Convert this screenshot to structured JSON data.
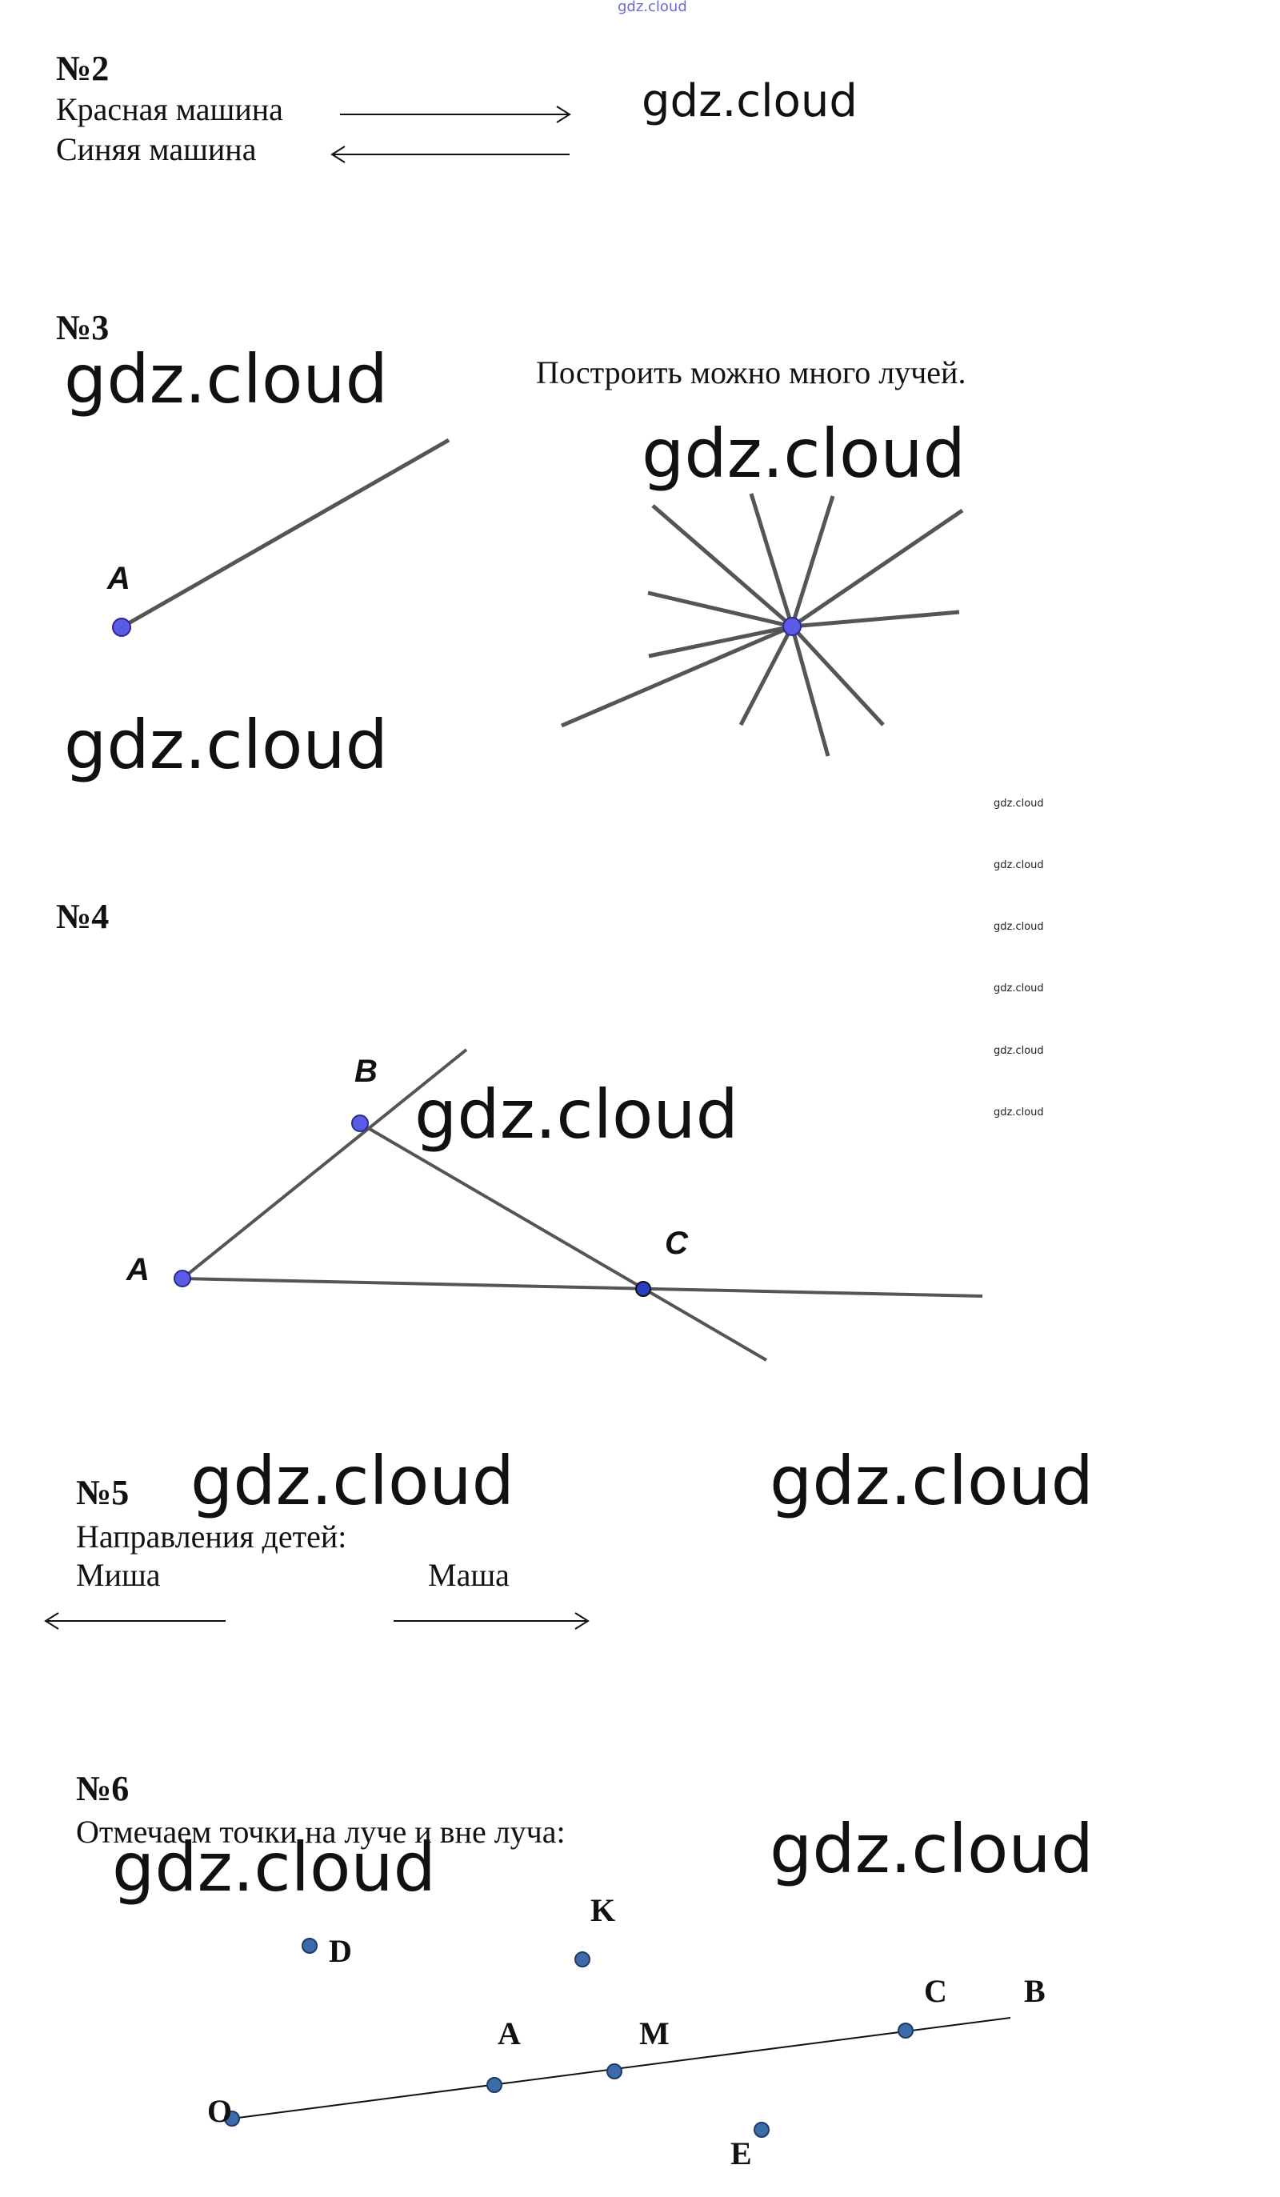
{
  "watermark": "gdz.cloud",
  "task2": {
    "number": "№2",
    "red_car": "Красная машина",
    "blue_car": "Синяя машина"
  },
  "task3": {
    "number": "№3",
    "caption": "Построить можно много лучей.",
    "point_a": "A"
  },
  "task4": {
    "number": "№4",
    "point_a": "A",
    "point_b": "B",
    "point_c": "C"
  },
  "task5": {
    "number": "№5",
    "heading": "Направления детей:",
    "misha": "Миша",
    "masha": "Маша"
  },
  "task6": {
    "number": "№6",
    "heading": "Отмечаем точки на луче и вне луча:",
    "points": {
      "o": "O",
      "a": "A",
      "m": "M",
      "c": "C",
      "b": "B",
      "d": "D",
      "k": "K",
      "e": "E"
    }
  },
  "colors": {
    "point_fill": "#5b5be6",
    "point_dark": "#2a3fbf",
    "point_ray6": "#3d6aa8",
    "line": "#555555"
  }
}
